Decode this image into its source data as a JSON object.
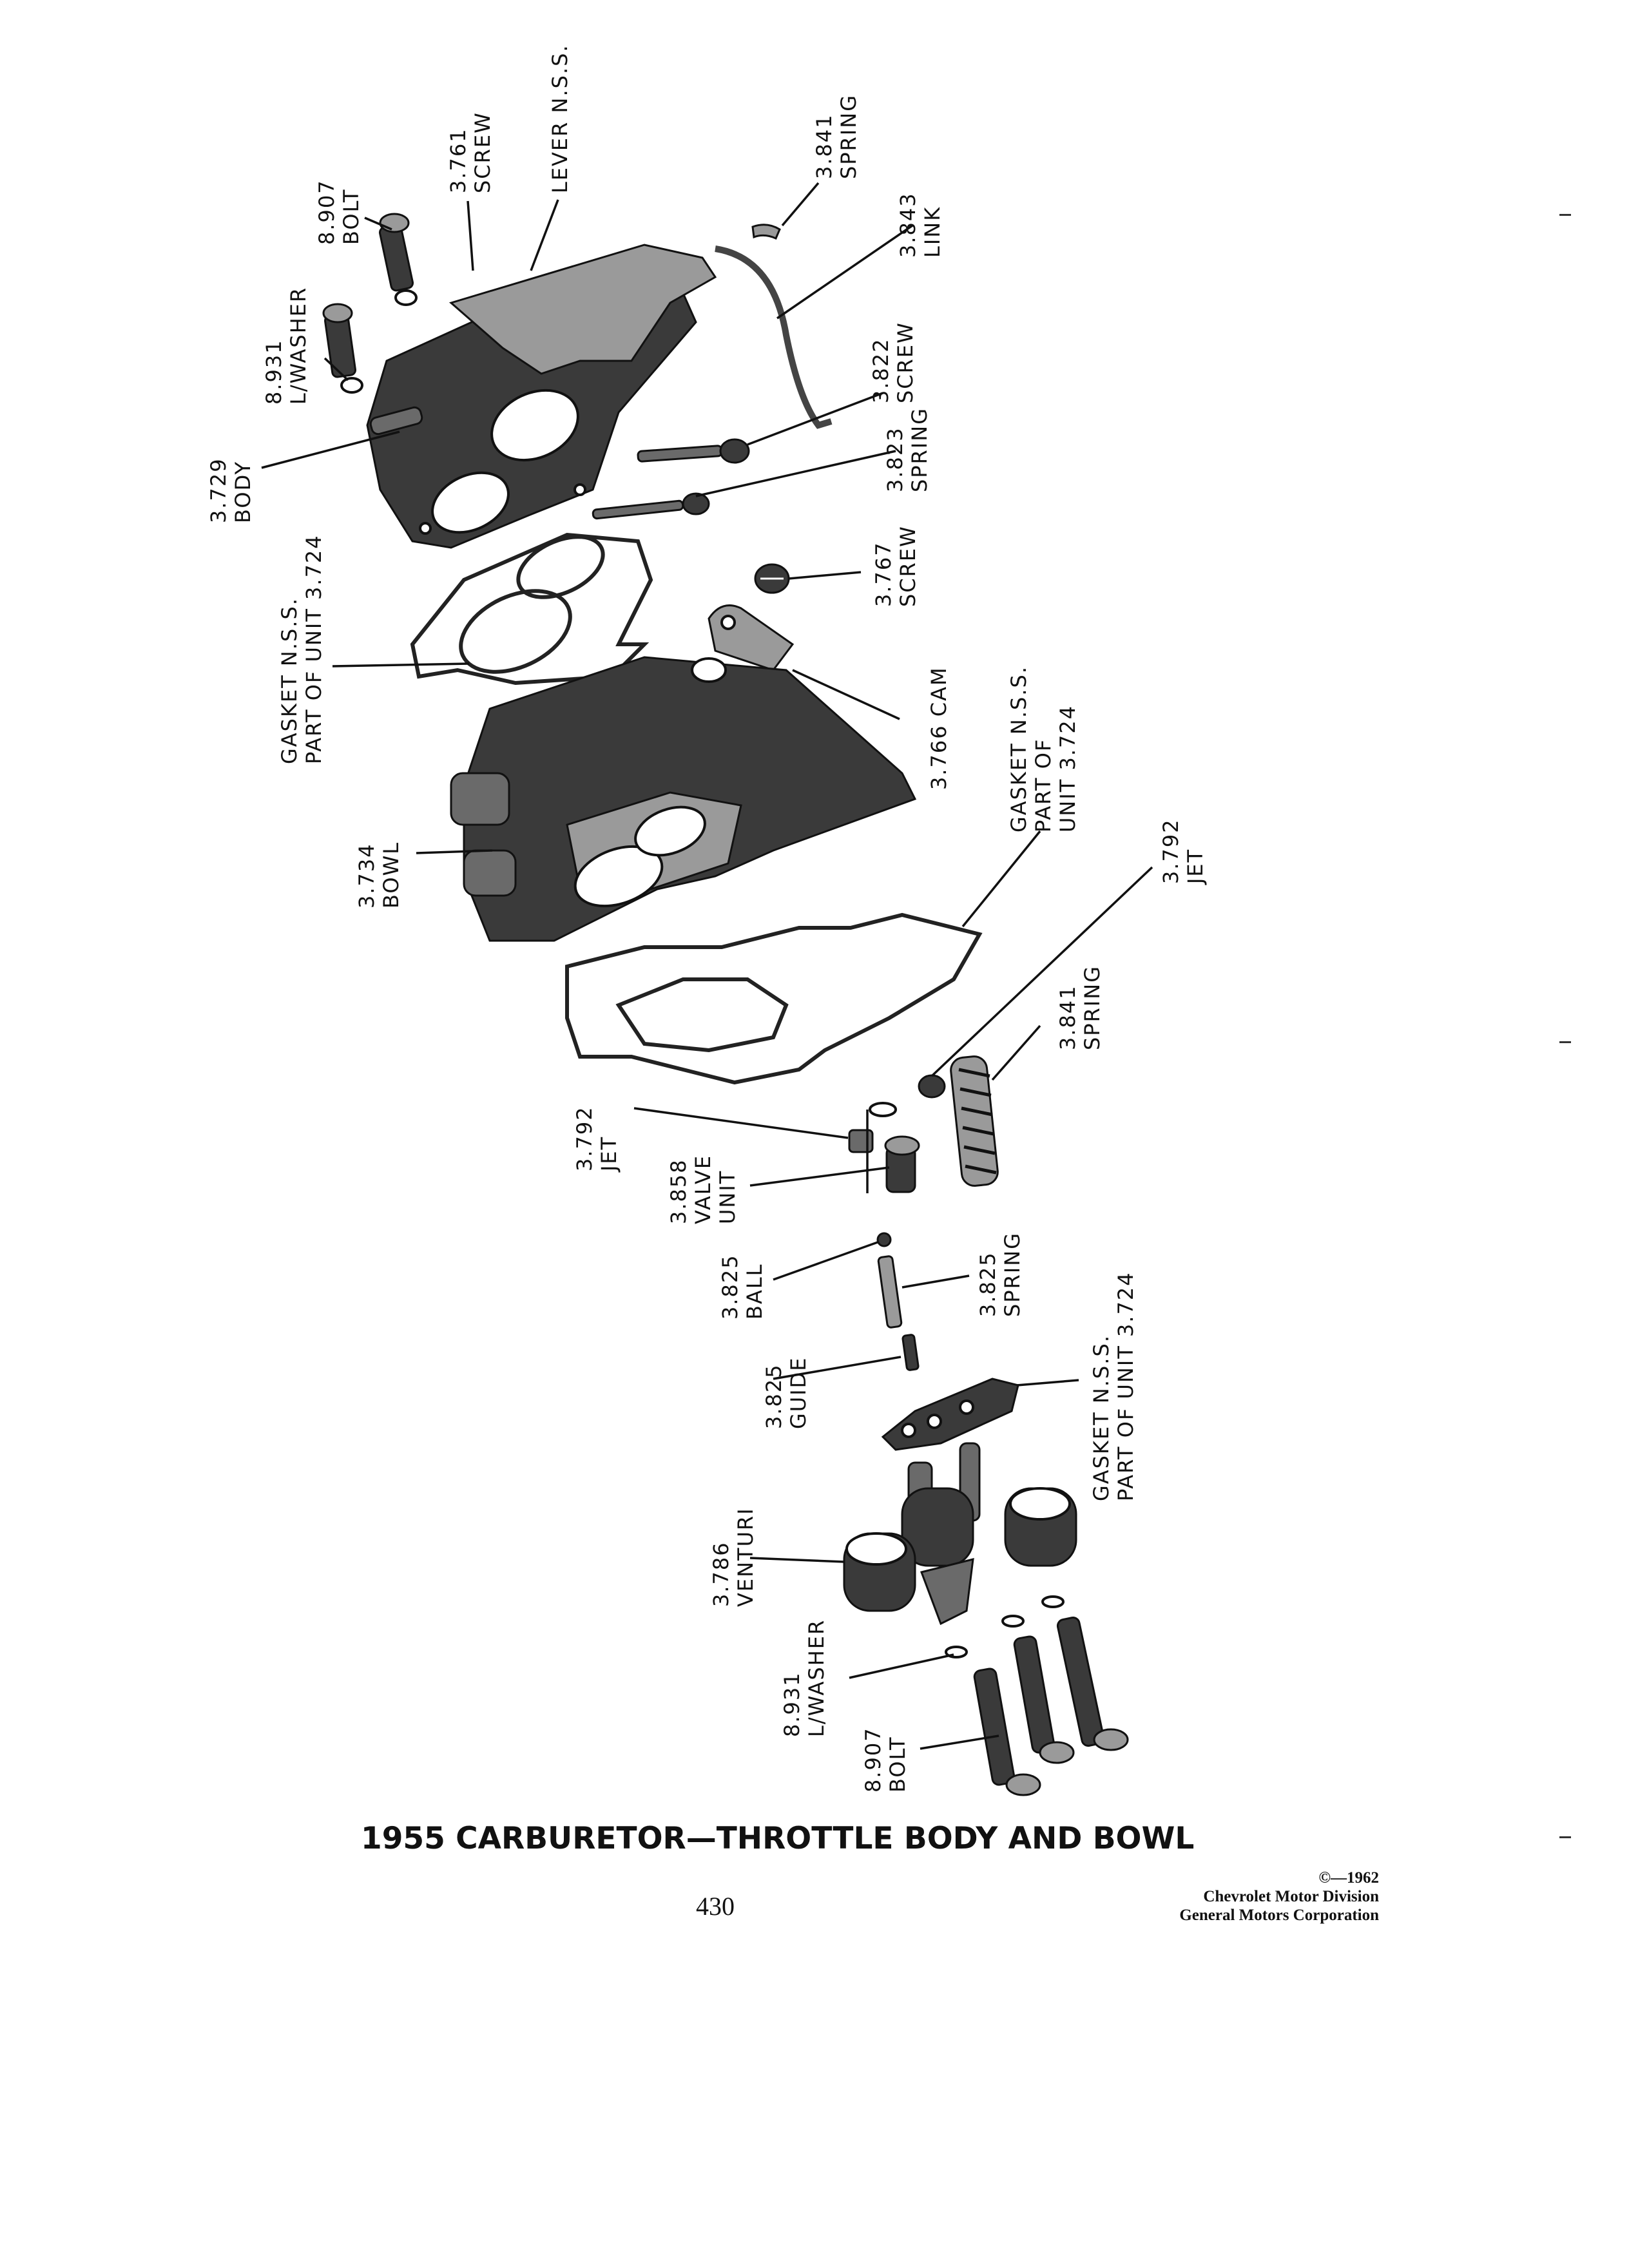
{
  "figure": {
    "caption": "1955 CARBURETOR—THROTTLE BODY AND BOWL",
    "page_number": "430",
    "copyright": {
      "line1": "©—1962",
      "line2": "Chevrolet Motor Division",
      "line3": "General Motors Corporation"
    }
  },
  "callouts": [
    {
      "line1": "8.907",
      "line2": "BOLT"
    },
    {
      "line1": "3.761",
      "line2": "SCREW"
    },
    {
      "line1": "LEVER N.S.S.",
      "line2": ""
    },
    {
      "line1": "3.841",
      "line2": "SPRING"
    },
    {
      "line1": "3.843",
      "line2": "LINK"
    },
    {
      "line1": "8.931",
      "line2": "L/WASHER"
    },
    {
      "line1": "3.822",
      "line2": "SCREW"
    },
    {
      "line1": "3.729",
      "line2": "BODY"
    },
    {
      "line1": "3.823",
      "line2": "SPRING"
    },
    {
      "line1": "3.767",
      "line2": "SCREW"
    },
    {
      "line1": "GASKET N.S.S.",
      "line2": "PART OF UNIT 3.724"
    },
    {
      "line1": "3.766 CAM",
      "line2": ""
    },
    {
      "line1": "GASKET N.S.S.",
      "line2": "PART OF",
      "line3": "UNIT 3.724"
    },
    {
      "line1": "3.734",
      "line2": "BOWL"
    },
    {
      "line1": "3.792",
      "line2": "JET"
    },
    {
      "line1": "3.841",
      "line2": "SPRING"
    },
    {
      "line1": "3.792",
      "line2": "JET"
    },
    {
      "line1": "3.858",
      "line2": "VALVE",
      "line3": "UNIT"
    },
    {
      "line1": "3.825",
      "line2": "BALL"
    },
    {
      "line1": "3.825",
      "line2": "SPRING"
    },
    {
      "line1": "3.825",
      "line2": "GUIDE"
    },
    {
      "line1": "GASKET N.S.S.",
      "line2": "PART OF UNIT 3.724"
    },
    {
      "line1": "3.786",
      "line2": "VENTURI"
    },
    {
      "line1": "8.931",
      "line2": "L/WASHER"
    },
    {
      "line1": "8.907",
      "line2": "BOLT"
    }
  ]
}
